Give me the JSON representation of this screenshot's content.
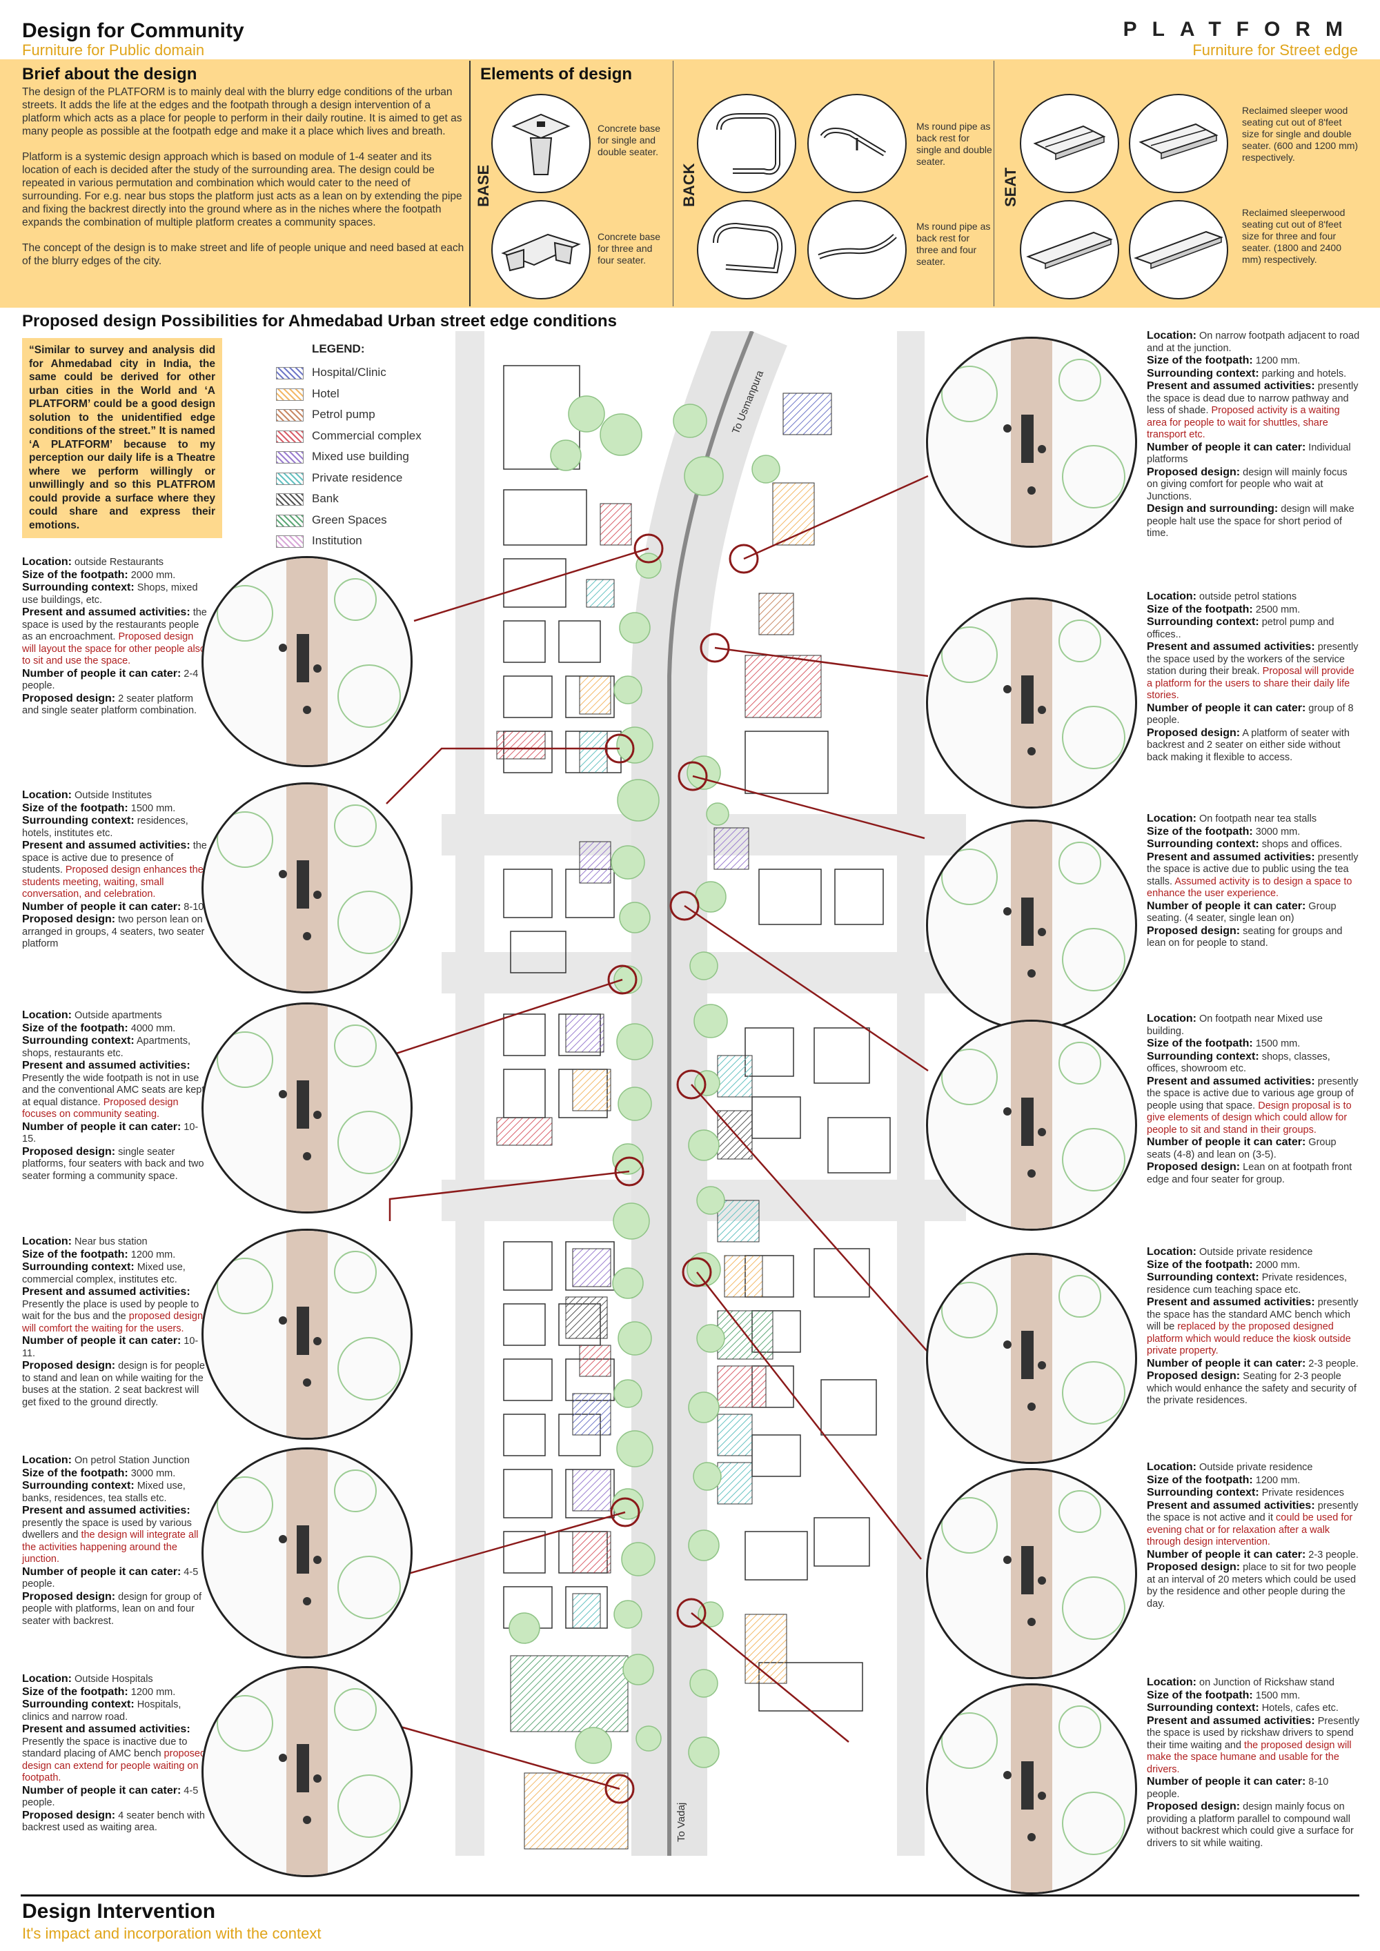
{
  "header": {
    "left_title": "Design for Community",
    "left_subtitle": "Furniture for Public domain",
    "brand": "PLATFORM",
    "right_subtitle": "Furniture for Street edge"
  },
  "brief": {
    "heading": "Brief about the design",
    "p1": "The design of the PLATFORM is to mainly deal with the blurry edge conditions of the urban streets. It adds the life at the edges and the footpath through a design intervention of a platform which acts as a place for people to perform in their daily routine. It is aimed to get as many people as possible at the footpath edge and make it a place which lives and breath.",
    "p2": "Platform is a systemic design approach which is based on module of 1-4 seater and its location of each is decided after the study of the surrounding area. The design could be repeated in various permutation and combination which would cater to the need of surrounding. For e.g. near bus stops the platform just acts as a lean on by extending the pipe and fixing the backrest directly into the ground where as in the niches where the footpath expands the combination of multiple platform creates a community spaces.",
    "p3": "The concept of the design is to make street and life of people unique and need based at each of the blurry edges of the city."
  },
  "elements": {
    "heading": "Elements of design",
    "base_label": "BASE",
    "back_label": "BACK",
    "seat_label": "SEAT",
    "base1": "Concrete base for single and double seater.",
    "base2": "Concrete base for three and four seater.",
    "back1": "Ms round pipe as back rest for single and double seater.",
    "back2": "Ms round pipe as back rest for three and four seater.",
    "seat1": "Reclaimed sleeper wood seating cut out of 8'feet size for single and double seater. (600 and 1200 mm) respectively.",
    "seat2": "Reclaimed sleeperwood seating cut out of 8'feet size for three and four seater. (1800 and 2400 mm) respectively."
  },
  "proposal": {
    "heading": "Proposed design Possibilities for Ahmedabad Urban street edge conditions",
    "quote": "“Similar to survey and analysis did for Ahmedabad city in India, the same could be derived for other urban cities in the World and ‘A PLATFORM’ could be a good design solution to the unidentified edge conditions of the street.” It is named ‘A PLATFORM’ because to my perception our daily life is a Theatre where we perform willingly or unwillingly and so this PLATFROM could provide a surface where they could share and express their emotions."
  },
  "legend": {
    "title": "LEGEND:",
    "items": [
      {
        "label": "Hospital/Clinic",
        "color": "#6f78c8"
      },
      {
        "label": "Hotel",
        "color": "#f3b968"
      },
      {
        "label": "Petrol pump",
        "color": "#c98a66"
      },
      {
        "label": "Commercial complex",
        "color": "#d9606a"
      },
      {
        "label": "Mixed use building",
        "color": "#9b7ed0"
      },
      {
        "label": "Private residence",
        "color": "#66c2c2"
      },
      {
        "label": "Bank",
        "color": "#555555"
      },
      {
        "label": "Green Spaces",
        "color": "#5fa878"
      },
      {
        "label": "Institution",
        "color": "#d9a8d8"
      }
    ]
  },
  "map": {
    "to_north": "To Usmanpura",
    "to_south": "To Vadaj"
  },
  "left_sites": [
    {
      "loc": "outside Restaurants",
      "size": "2000 mm.",
      "ctx": "Shops, mixed use buildings, etc.",
      "act": "the space is used by the restaurants people as an encroachment.",
      "act_red": "Proposed design will layout the space for other people also to sit and use the space.",
      "cater": "2-4 people.",
      "design": "2 seater platform and single seater platform combination."
    },
    {
      "loc": "Outside Institutes",
      "size": "1500 mm.",
      "ctx": "residences, hotels, institutes etc.",
      "act": "the space is active due to presence of students.",
      "act_red": "Proposed design enhances the students meeting, waiting, small conversation, and celebration.",
      "cater": "8-10.",
      "design": "two person lean on arranged in groups, 4 seaters, two seater platform"
    },
    {
      "loc": "Outside apartments",
      "size": "4000 mm.",
      "ctx": "Apartments, shops, restaurants etc.",
      "act": "Presently the wide footpath is not in use and the conventional AMC seats are kept at equal distance.",
      "act_red": "Proposed design focuses on community seating.",
      "cater": "10-15.",
      "design": "single seater platforms, four seaters with back and two seater forming a community space."
    },
    {
      "loc": "Near bus station",
      "size": "1200 mm.",
      "ctx": "Mixed use, commercial complex, institutes etc.",
      "act": "Presently the place is used by people to wait for the bus and the",
      "act_red": "proposed design will comfort the waiting for the users.",
      "cater": "10-11.",
      "design": "design is for people to stand and lean on while waiting for the buses at the station. 2 seat backrest will get fixed to the ground directly."
    },
    {
      "loc": "On petrol Station Junction",
      "size": "3000 mm.",
      "ctx": "Mixed use, banks, residences, tea stalls etc.",
      "act": "presently the space is used by various dwellers and",
      "act_red": "the design will integrate all the activities happening around the junction.",
      "cater": "4-5 people.",
      "design": "design for group of people with platforms, lean on and four seater with backrest."
    },
    {
      "loc": "Outside Hospitals",
      "size": "1200 mm.",
      "ctx": "Hospitals, clinics and narrow road.",
      "act": "Presently the space is inactive due to standard placing of AMC bench",
      "act_red": "proposed design can extend for people waiting on footpath.",
      "cater": "4-5 people.",
      "design": "4 seater bench with backrest used as waiting area."
    }
  ],
  "right_sites": [
    {
      "loc": "On narrow footpath adjacent to road and at the junction.",
      "size": "1200 mm.",
      "ctx": "parking and hotels.",
      "act": "presently the space is dead due to narrow pathway and less of shade.",
      "act_red": "Proposed activity is a waiting area for people to wait for shuttles, share transport etc.",
      "cater": "Individual platforms",
      "design": "design will mainly focus on giving comfort for people who wait at Junctions.",
      "surround": "design will make people halt use the space for short period of time."
    },
    {
      "loc": "outside petrol stations",
      "size": "2500 mm.",
      "ctx": "petrol pump and offices..",
      "act": "presently the space used by the workers of the service station during their break.",
      "act_red": "Proposal will provide a platform for the users to share their daily life stories.",
      "cater": "group of 8 people.",
      "design": "A platform of seater with backrest and 2 seater on either side without back making it flexible to access."
    },
    {
      "loc": "On footpath near tea stalls",
      "size": "3000 mm.",
      "ctx": "shops and offices.",
      "act": "presently the space is active due to public using the tea stalls.",
      "act_red": "Assumed activity is to design a space to enhance the user experience.",
      "cater": "Group seating. (4 seater, single lean on)",
      "design": "seating for groups and lean on for people to stand."
    },
    {
      "loc": "On footpath near Mixed use building.",
      "size": "1500 mm.",
      "ctx": "shops, classes, offices, showroom etc.",
      "act": "presently the space is active due to various age group of people using that space.",
      "act_red": "Design proposal is to give elements of design which could allow for people to sit and stand in their groups.",
      "cater": "Group seats (4-8) and lean on (3-5).",
      "design": "Lean on at footpath front edge and four seater for group."
    },
    {
      "loc": "Outside private residence",
      "size": "2000 mm.",
      "ctx": "Private residences, residence cum teaching space etc.",
      "act": "presently the space has the standard AMC bench which will be",
      "act_red": "replaced by the proposed designed platform which would reduce the kiosk outside private property.",
      "cater": "2-3 people.",
      "design": "Seating for 2-3 people which would enhance the safety and security of the private residences."
    },
    {
      "loc": "Outside private residence",
      "size": "1200 mm.",
      "ctx": "Private residences",
      "act": "presently the space is not active and it",
      "act_red": "could be used for evening chat or for relaxation after a walk through design intervention.",
      "cater": "2-3 people.",
      "design": "place to sit for two people at an interval of 20 meters which could be used by the residence and other people during the day."
    },
    {
      "loc": "on Junction of Rickshaw stand",
      "size": "1500 mm.",
      "ctx": "Hotels, cafes etc.",
      "act": "Presently the space is used by rickshaw drivers to spend their time waiting and",
      "act_red": "the proposed design will make the space humane and usable for the drivers.",
      "cater": "8-10 people.",
      "design": "design mainly focus on providing a platform parallel to compound wall without backrest which could give a surface for drivers to sit while waiting."
    }
  ],
  "field_labels": {
    "loc": "Location:",
    "size": "Size of the footpath:",
    "ctx": "Surrounding context:",
    "act": "Present and assumed activities:",
    "cater": "Number of people it can cater:",
    "design": "Proposed design:",
    "surround": "Design and surrounding:"
  },
  "footer": {
    "title": "Design Intervention",
    "subtitle": "It's impact and incorporation with the context"
  }
}
